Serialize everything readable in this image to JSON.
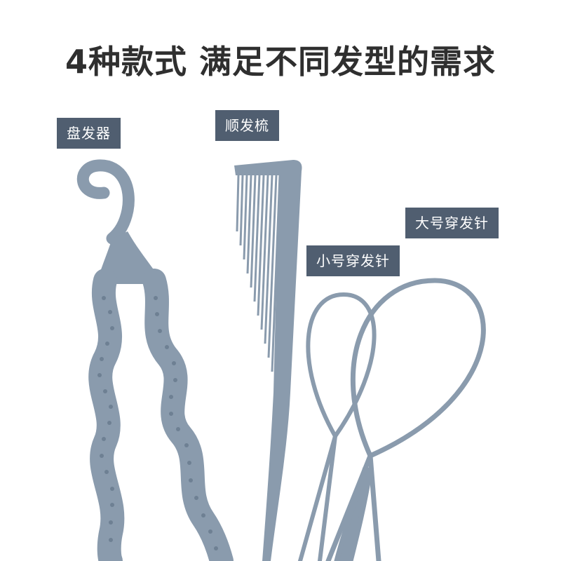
{
  "headline": "4种款式 满足不同发型的需求",
  "labels": {
    "hair_stick": "盘发器",
    "comb": "顺发梳",
    "large_pin": "大号穿发针",
    "small_pin": "小号穿发针"
  },
  "colors": {
    "tool": "#8e9faf",
    "tool_dark": "#6f8194",
    "tool_light": "#b6c4d1",
    "tag_bg": "#505e70",
    "headline_text": "#2f2f2f"
  }
}
